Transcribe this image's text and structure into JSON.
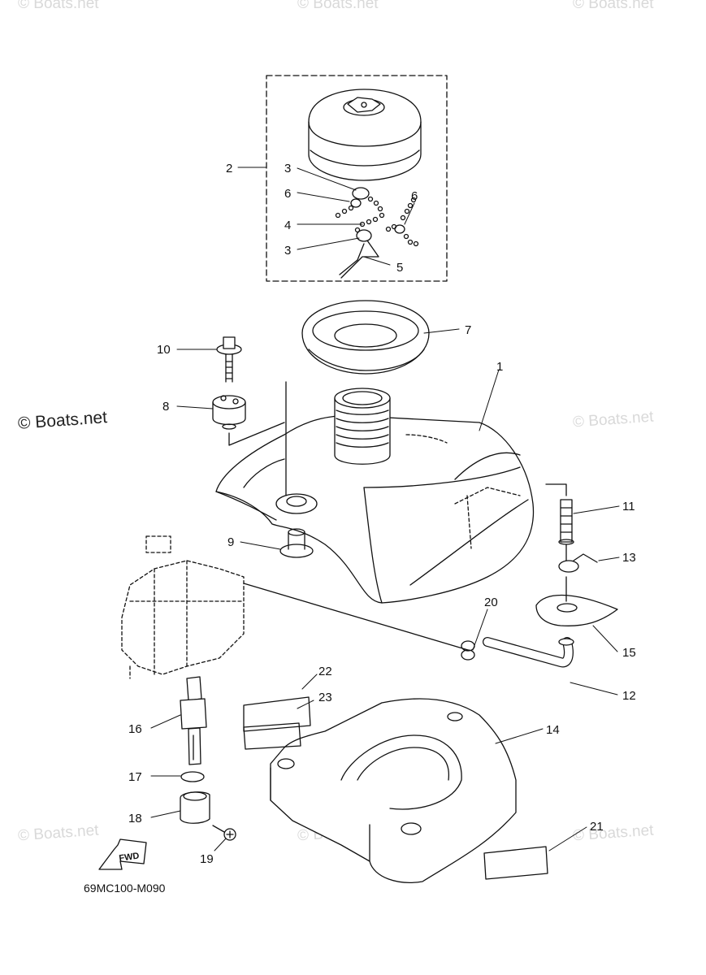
{
  "watermarks": {
    "top_left": "© Boats.net",
    "top_center": "© Boats.net",
    "top_right": "© Boats.net",
    "mid_left": "© Boats.net",
    "mid_right": "© Boats.net",
    "bottom_left": "© Boats.net",
    "bottom_center": "© Boats.net",
    "bottom_right": "© Boats.net"
  },
  "diagram_code": "69MC100-M090",
  "fwd_label": "FWD",
  "callouts": {
    "c1": "1",
    "c2": "2",
    "c3a": "3",
    "c3b": "3",
    "c4": "4",
    "c5": "5",
    "c6a": "6",
    "c6b": "6",
    "c7": "7",
    "c8": "8",
    "c9": "9",
    "c10": "10",
    "c11": "11",
    "c12": "12",
    "c13": "13",
    "c14": "14",
    "c15": "15",
    "c16": "16",
    "c17": "17",
    "c18": "18",
    "c19": "19",
    "c20": "20",
    "c21": "21",
    "c22": "22",
    "c23": "23"
  },
  "colors": {
    "line": "#111111",
    "watermark": "#d9d9d9",
    "background": "#ffffff"
  }
}
